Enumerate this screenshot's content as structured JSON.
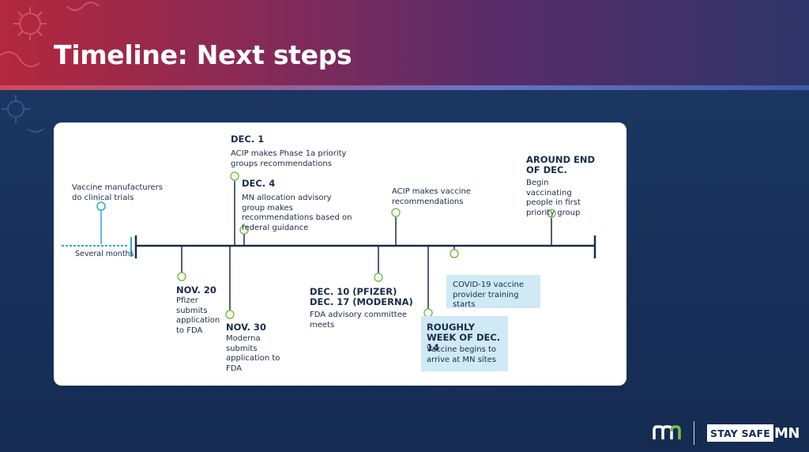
{
  "slide": {
    "title": "Timeline: Next steps",
    "colors": {
      "header_start": "#b3283d",
      "header_end": "#2e3568",
      "background": "#17305a",
      "timeline": "#1a2b48",
      "marker_green": "#7bbf4a",
      "marker_blue": "#2aa7c9",
      "highlight_box": "#cfe9f5"
    }
  },
  "timeline": {
    "before": {
      "text": "Vaccine manufacturers do clinical trials",
      "duration": "Several months"
    },
    "events": [
      {
        "id": "nov20",
        "date": "NOV. 20",
        "text": "Pfizer submits application to FDA"
      },
      {
        "id": "nov30",
        "date": "NOV. 30",
        "text": "Moderna submits application to FDA"
      },
      {
        "id": "dec1",
        "date": "DEC. 1",
        "text": "ACIP makes Phase 1a priority groups recommendations"
      },
      {
        "id": "dec4",
        "date": "DEC. 4",
        "text": "MN allocation advisory group makes recommendations based on federal guidance"
      },
      {
        "id": "dec10",
        "date": "DEC. 10 (PFIZER) DEC. 17 (MODERNA)",
        "date_line1": "DEC. 10 (PFIZER)",
        "date_line2": "DEC. 17 (MODERNA)",
        "text": "FDA advisory committee meets"
      },
      {
        "id": "acip",
        "date": "",
        "text": "ACIP makes vaccine recommendations"
      },
      {
        "id": "week14",
        "date": "ROUGHLY WEEK OF DEC. 14",
        "text": "Vaccine begins to arrive at MN sites"
      },
      {
        "id": "training",
        "date": "",
        "text": "COVID-19 vaccine provider training starts"
      },
      {
        "id": "enddec",
        "date": "AROUND END OF DEC.",
        "text": "Begin vaccinating people in first priority group"
      }
    ]
  },
  "footer": {
    "logo_icon": "mn-logo-icon",
    "stay_safe": "STAY SAFE",
    "mn": "MN"
  }
}
